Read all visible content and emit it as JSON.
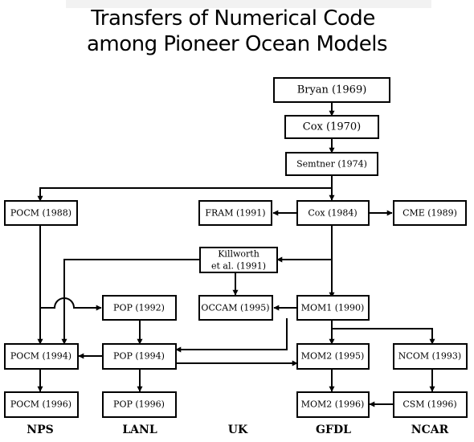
{
  "title": {
    "line1": "Transfers of Numerical Code",
    "line2": "among Pioneer Ocean Models"
  },
  "nodes": {
    "bryan_1969": "Bryan (1969)",
    "cox_1970": "Cox (1970)",
    "semtner_1974": "Semtner (1974)",
    "pocm_1988": "POCM (1988)",
    "fram_1991": "FRAM (1991)",
    "cox_1984": "Cox (1984)",
    "cme_1989": "CME (1989)",
    "killworth_1991_line1": "Killworth",
    "killworth_1991_line2": "et al. (1991)",
    "pop_1992": "POP (1992)",
    "occam_1995": "OCCAM (1995)",
    "mom1_1990": "MOM1 (1990)",
    "pocm_1994": "POCM (1994)",
    "pop_1994": "POP (1994)",
    "mom2_1995": "MOM2 (1995)",
    "ncom_1993": "NCOM (1993)",
    "pocm_1996": "POCM (1996)",
    "pop_1996": "POP (1996)",
    "mom2_1996": "MOM2 (1996)",
    "csm_1996": "CSM (1996)"
  },
  "institutions": {
    "nps": "NPS",
    "lanl": "LANL",
    "uk": "UK",
    "gfdl": "GFDL",
    "ncar": "NCAR"
  }
}
